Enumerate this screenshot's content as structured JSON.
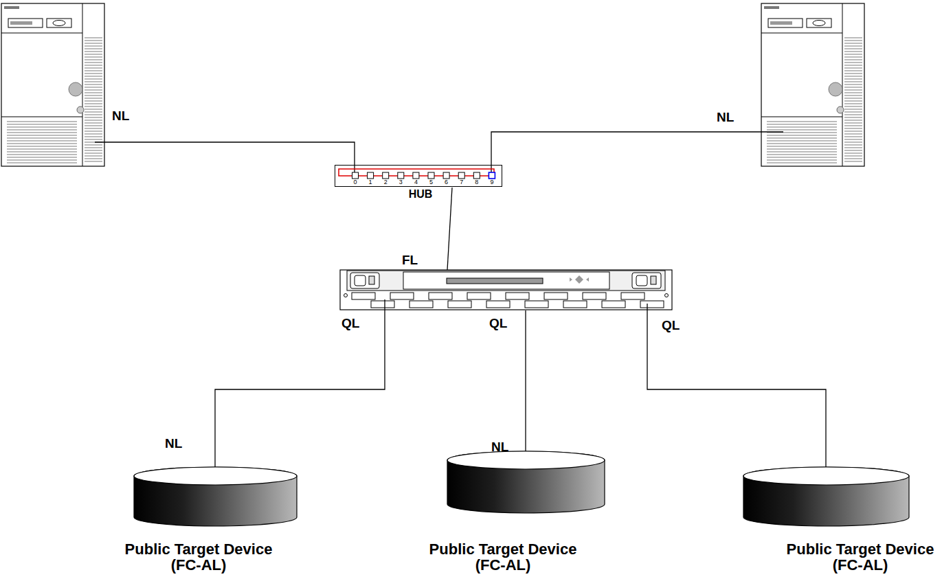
{
  "diagram": {
    "nodes": [
      {
        "text": [
          "0",
          "1",
          "2",
          "3",
          "4",
          "5",
          "6",
          "7",
          "8",
          "9",
          "HUB"
        ]
      },
      {
        "text": [
          "Public Target Device (FC-AL)"
        ]
      },
      {
        "text": [
          "Public Target Device (FC-AL)"
        ]
      },
      {
        "text": [
          "Public Target Device (FC-AL)"
        ]
      }
    ],
    "labels": [
      "NL",
      "NL",
      "FL",
      "QL",
      "QL",
      "QL",
      "NL",
      "NL"
    ]
  }
}
